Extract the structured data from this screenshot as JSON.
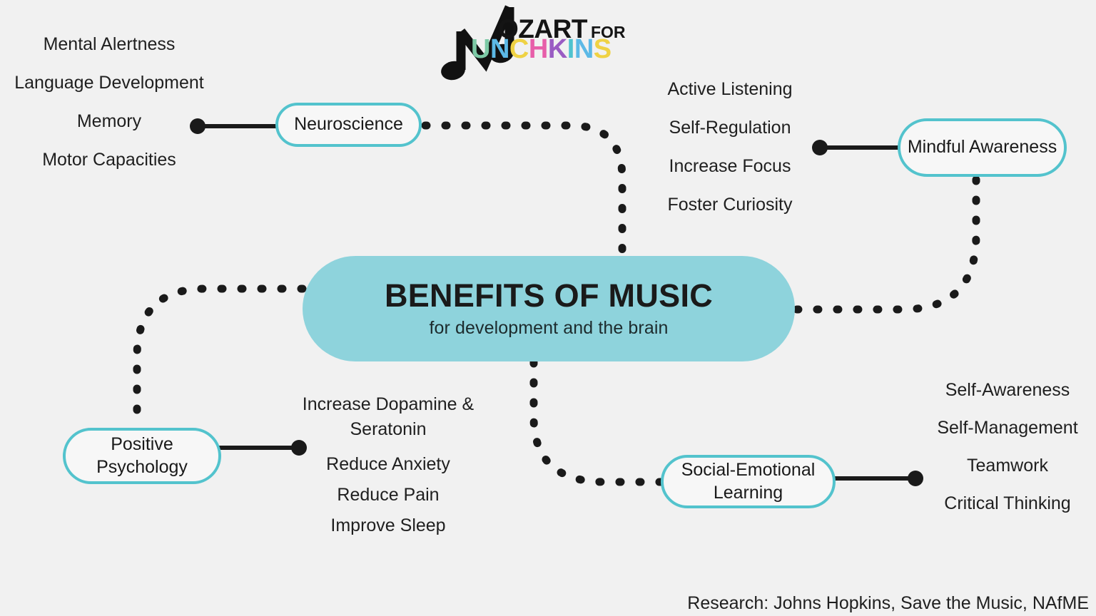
{
  "background_color": "#f1f1f1",
  "accent_color": "#53c3cd",
  "center_fill_color": "#8ed3dc",
  "logo": {
    "note_icon": "music-note-icon",
    "line1_main": "OZART",
    "line1_small": "FOR",
    "line2_letters": [
      {
        "char": "U",
        "color": "#7cc9a5"
      },
      {
        "char": "N",
        "color": "#5cb9e6"
      },
      {
        "char": "C",
        "color": "#efd244"
      },
      {
        "char": "H",
        "color": "#e75fa9"
      },
      {
        "char": "K",
        "color": "#9a5cc3"
      },
      {
        "char": "I",
        "color": "#4fc3ce"
      },
      {
        "char": "N",
        "color": "#5cb9e6"
      },
      {
        "char": "S",
        "color": "#efd244"
      }
    ]
  },
  "center": {
    "title": "BENEFITS OF MUSIC",
    "subtitle": "for development and the brain"
  },
  "branches": [
    {
      "id": "neuroscience",
      "label": "Neuroscience",
      "leaves": [
        "Mental Alertness",
        "Language Development",
        "Memory",
        "Motor Capacities"
      ]
    },
    {
      "id": "mindful-awareness",
      "label": "Mindful Awareness",
      "leaves": [
        "Active Listening",
        "Self-Regulation",
        "Increase Focus",
        "Foster Curiosity"
      ]
    },
    {
      "id": "positive-psychology",
      "label": "Positive Psychology",
      "leaves": [
        "Increase Dopamine & Seratonin",
        "Reduce Anxiety",
        "Reduce Pain",
        "Improve Sleep"
      ]
    },
    {
      "id": "social-emotional-learning",
      "label": "Social-Emotional Learning",
      "leaves": [
        "Self-Awareness",
        "Self-Management",
        "Teamwork",
        "Critical Thinking"
      ]
    }
  ],
  "footer": {
    "text": "Research: Johns Hopkins, Save the Music, NAfME"
  }
}
